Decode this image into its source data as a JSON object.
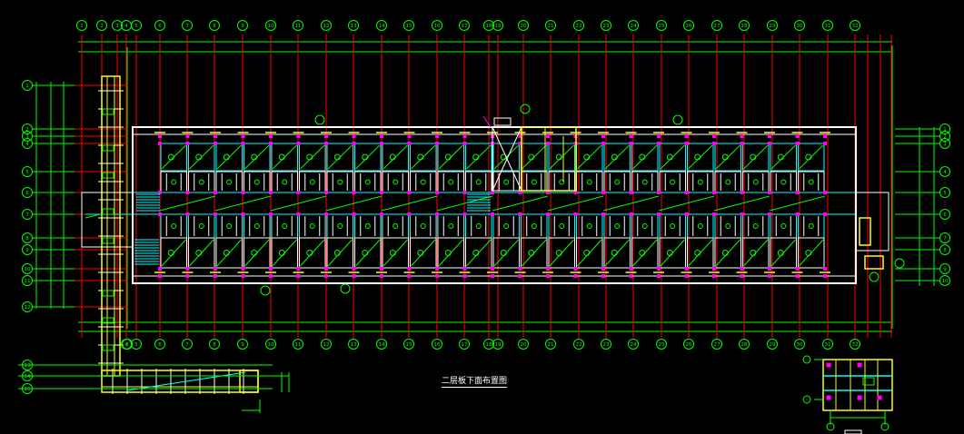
{
  "drawing": {
    "title": "二层板下面布置图",
    "background": "#000000"
  },
  "colors": {
    "grid": "#00ff00",
    "axis": "#ff0000",
    "wall": "#ffffff",
    "column": "#ff00ff",
    "cyan": "#00ffff",
    "yellow": "#ffff00"
  },
  "top_axis_bubbles": [
    {
      "label": "1"
    },
    {
      "label": "2"
    },
    {
      "label": "3"
    },
    {
      "label": "4"
    },
    {
      "label": "5"
    },
    {
      "label": "6"
    },
    {
      "label": "7"
    },
    {
      "label": "8"
    },
    {
      "label": "9"
    },
    {
      "label": "10"
    },
    {
      "label": "11"
    },
    {
      "label": "12"
    },
    {
      "label": "13"
    },
    {
      "label": "14"
    },
    {
      "label": "15"
    },
    {
      "label": "16"
    },
    {
      "label": "17"
    },
    {
      "label": "18"
    },
    {
      "label": "19"
    },
    {
      "label": "20"
    },
    {
      "label": "21"
    },
    {
      "label": "22"
    },
    {
      "label": "23"
    },
    {
      "label": "24"
    },
    {
      "label": "25"
    },
    {
      "label": "26"
    },
    {
      "label": "27"
    },
    {
      "label": "28"
    },
    {
      "label": "29"
    },
    {
      "label": "30"
    },
    {
      "label": "31"
    },
    {
      "label": "32"
    }
  ],
  "left_axis_bubbles": [
    {
      "label": "1"
    },
    {
      "label": "2"
    },
    {
      "label": "3"
    },
    {
      "label": "4"
    },
    {
      "label": "5"
    },
    {
      "label": "6"
    },
    {
      "label": "7"
    },
    {
      "label": "8"
    },
    {
      "label": "9"
    },
    {
      "label": "10"
    },
    {
      "label": "11"
    },
    {
      "label": "12"
    },
    {
      "label": "13"
    },
    {
      "label": "14"
    },
    {
      "label": "15"
    }
  ],
  "right_axis_bubbles": [
    {
      "label": "1"
    },
    {
      "label": "2"
    },
    {
      "label": "3"
    },
    {
      "label": "4"
    },
    {
      "label": "5"
    },
    {
      "label": "6"
    },
    {
      "label": "7"
    },
    {
      "label": "8"
    },
    {
      "label": "9"
    },
    {
      "label": "10"
    }
  ]
}
